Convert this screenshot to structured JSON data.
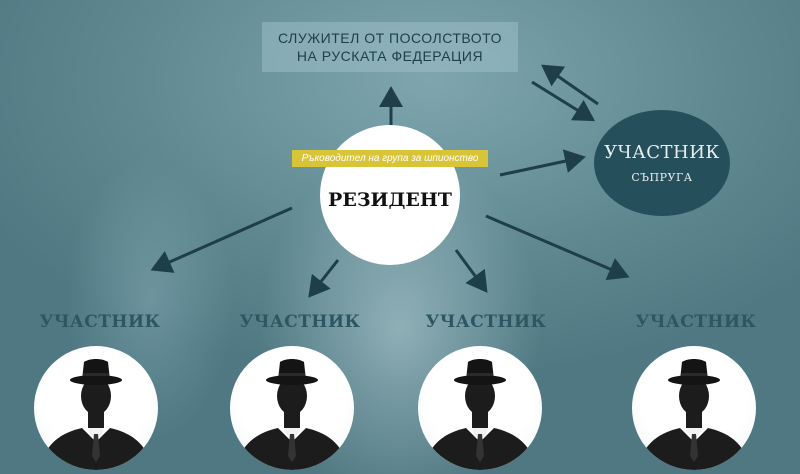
{
  "top_box": {
    "line1": "СЛУЖИТЕЛ ОТ ПОСОЛСТВОТО",
    "line2": "НА РУСКАТА ФЕДЕРАЦИЯ"
  },
  "resident": {
    "label": "РЕЗИДЕНТ",
    "band_text": "Ръководител на група за шпионство"
  },
  "spouse": {
    "title": "УЧАСТНИК",
    "subtitle": "СЪПРУГА"
  },
  "participants": [
    {
      "label": "УЧАСТНИК"
    },
    {
      "label": "УЧАСТНИК"
    },
    {
      "label": "УЧАСТНИК"
    },
    {
      "label": "УЧАСТНИК"
    }
  ],
  "colors": {
    "arrow": "#1e3f4a",
    "band": "#d8c437",
    "spouse_circle": "#264f5c",
    "participant_label": "#2d5663"
  },
  "icons": [
    "arrow-icon",
    "silhouette-icon"
  ]
}
